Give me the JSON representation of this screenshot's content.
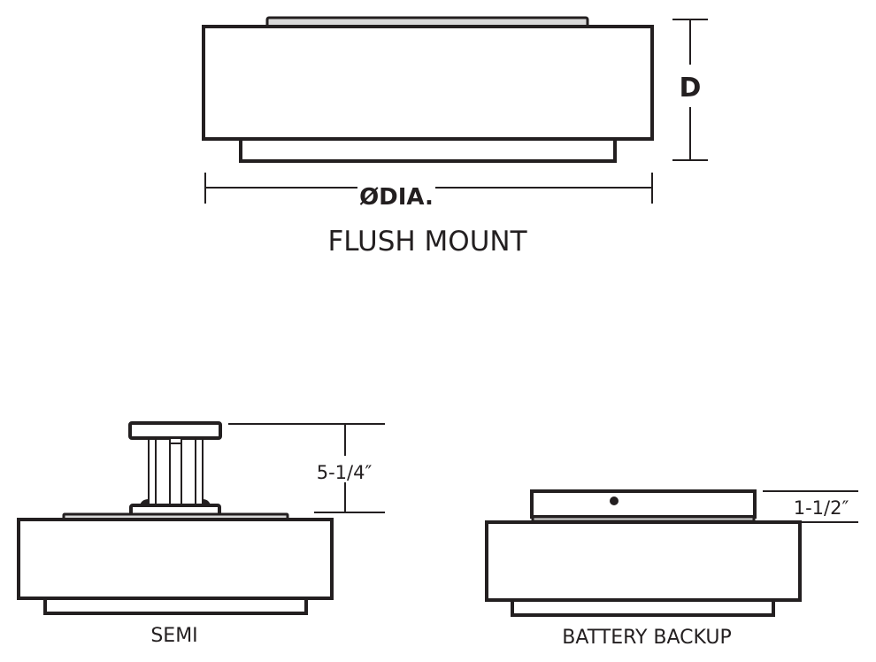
{
  "colors": {
    "line": "#231f20",
    "background": "#ffffff",
    "plate": "#d9d9d9"
  },
  "flush_mount": {
    "title": "FLUSH MOUNT",
    "diameter_label": "ØDIA.",
    "depth_label": "D"
  },
  "semi": {
    "title": "SEMI",
    "stem_height_label": "5-1/4″"
  },
  "battery_backup": {
    "title": "BATTERY BACKUP",
    "housing_height_label": "1-1/2″"
  }
}
